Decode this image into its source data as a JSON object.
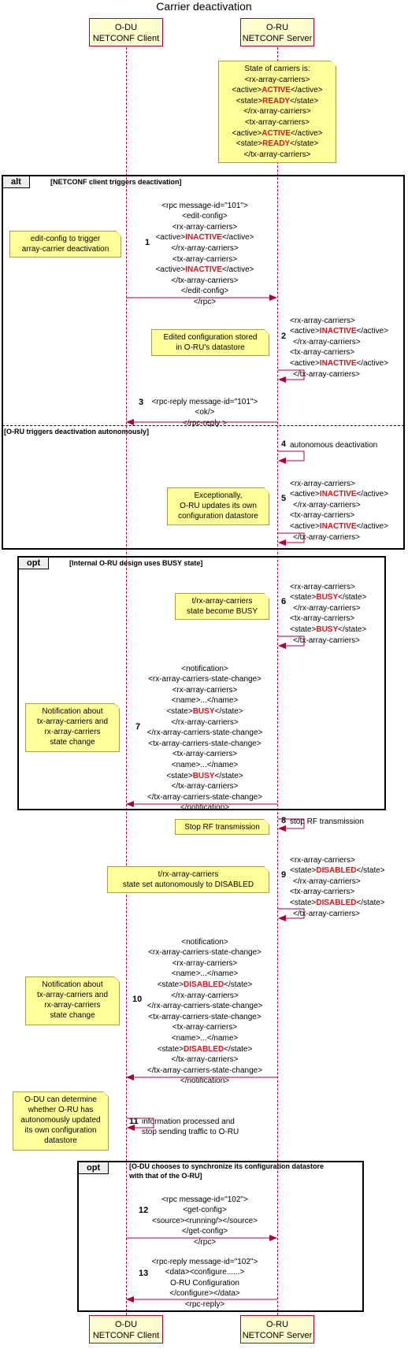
{
  "title": "Carrier deactivation",
  "participants": {
    "odu": {
      "name": "O-DU",
      "role": "NETCONF Client"
    },
    "oru": {
      "name": "O-RU",
      "role": "NETCONF Server"
    }
  },
  "initial_note": {
    "l1": "State of carriers is:",
    "l2": "<rx-array-carriers>",
    "l3a": "<active>",
    "l3b": "ACTIVE",
    "l3c": "</active>",
    "l4a": "<state>",
    "l4b": "READY",
    "l4c": "</state>",
    "l5": "</rx-array-carriers>",
    "l6": "<tx-array-carriers>",
    "l7a": "<active>",
    "l7b": "ACTIVE",
    "l7c": "</active>",
    "l8a": "<state>",
    "l8b": "READY",
    "l8c": "</state>",
    "l9": "</tx-array-carriers>"
  },
  "alt": {
    "tag": "alt",
    "guard1": "[NETCONF client triggers deactivation]",
    "guard2": "[O-RU triggers deactivation autonomously]"
  },
  "step1": {
    "num": "1",
    "note": [
      "edit-config to trigger",
      "array-carrier deactivation"
    ],
    "l1": "<rpc message-id=\"101\">",
    "l2": "<edit-config>",
    "l3": "<rx-array-carriers>",
    "l4a": "<active>",
    "l4b": "INACTIVE",
    "l4c": "</active>",
    "l5": "</rx-array-carriers>",
    "l6": "<tx-array-carriers>",
    "l7a": "<active>",
    "l7b": "INACTIVE",
    "l7c": "</active>",
    "l8": "</tx-array-carriers>",
    "l9": "</edit-config>",
    "l10": "</rpc>"
  },
  "step2": {
    "num": "2",
    "note": [
      "Edited configuration stored",
      "in O-RU's datastore"
    ],
    "l1": "<rx-array-carriers>",
    "l2a": "<active>",
    "l2b": "INACTIVE",
    "l2c": "</active>",
    "l3": "</rx-array-carriers>",
    "l4": "<tx-array-carriers>",
    "l5a": "<active>",
    "l5b": "INACTIVE",
    "l5c": "</active>",
    "l6": "</tx-array-carriers>"
  },
  "step3": {
    "num": "3",
    "l1": "<rpc-reply message-id=\"101\">",
    "l2": "<ok/>",
    "l3": "</rpc-reply >"
  },
  "step4": {
    "num": "4",
    "label": "autonomous deactivation"
  },
  "step5": {
    "num": "5",
    "note": [
      "Exceptionally,",
      "O-RU updates its own",
      "configuration datastore"
    ],
    "l1": "<rx-array-carriers>",
    "l2a": "<active>",
    "l2b": "INACTIVE",
    "l2c": "</active>",
    "l3": "</rx-array-carriers>",
    "l4": "<tx-array-carriers>",
    "l5a": "<active>",
    "l5b": "INACTIVE",
    "l5c": "</active>",
    "l6": "</tx-array-carriers>"
  },
  "opt1": {
    "tag": "opt",
    "guard": "[Internal O-RU design uses BUSY state]"
  },
  "step6": {
    "num": "6",
    "note": [
      "t/rx-array-carriers",
      "state become BUSY"
    ],
    "l1": "<rx-array-carriers>",
    "l2a": "<state>",
    "l2b": "BUSY",
    "l2c": "</state>",
    "l3": "</rx-array-carriers>",
    "l4": "<tx-array-carriers>",
    "l5a": "<state>",
    "l5b": "BUSY",
    "l5c": "</state>",
    "l6": "</tx-array-carriers>"
  },
  "step7": {
    "num": "7",
    "note": [
      "Notification about",
      "tx-array-carriers and",
      "rx-array-carriers",
      "state change"
    ],
    "l1": "<notification>",
    "l2": "<rx-array-carriers-state-change>",
    "l3": "<rx-array-carriers>",
    "l4": "<name>...</name>",
    "l5a": "<state>",
    "l5b": "BUSY",
    "l5c": "</state>",
    "l6": "</rx-array-carriers>",
    "l7": "</rx-array-carriers-state-change>",
    "l8": "<tx-array-carriers-state-change>",
    "l9": "<tx-array-carriers>",
    "l10": "<name>...</name>",
    "l11a": "<state>",
    "l11b": "BUSY",
    "l11c": "</state>",
    "l12": "</tx-array-carriers>",
    "l13": "</tx-array-carriers-state-change>",
    "l14": "</notification>"
  },
  "step8": {
    "num": "8",
    "label": "stop RF transmission",
    "note": "Stop RF transmission"
  },
  "step9": {
    "num": "9",
    "note": [
      "t/rx-array-carriers",
      "state set autonomously to DISABLED"
    ],
    "l1": "<rx-array-carriers>",
    "l2a": "<state>",
    "l2b": "DISABLED",
    "l2c": "</state>",
    "l3": "</rx-array-carriers>",
    "l4": "<tx-array-carriers>",
    "l5a": "<state>",
    "l5b": "DISABLED",
    "l5c": "</state>",
    "l6": "</tx-array-carriers>"
  },
  "step10": {
    "num": "10",
    "note": [
      "Notification about",
      "tx-array-carriers and",
      "rx-array-carriers",
      "state change"
    ],
    "l1": "<notification>",
    "l2": "<rx-array-carriers-state-change>",
    "l3": "<rx-array-carriers>",
    "l4": "<name>...</name>",
    "l5a": "<state>",
    "l5b": "DISABLED",
    "l5c": "</state>",
    "l6": "</rx-array-carriers>",
    "l7": "</rx-array-carriers-state-change>",
    "l8": "<tx-array-carriers-state-change>",
    "l9": "<tx-array-carriers>",
    "l10": "<name>...</name>",
    "l11a": "<state>",
    "l11b": "DISABLED",
    "l11c": "</state>",
    "l12": "</tx-array-carriers>",
    "l13": "</tx-array-carriers-state-change>",
    "l14": "</notification>"
  },
  "step11": {
    "num": "11",
    "l1": "information processed and",
    "l2": "stop sending traffic to O-RU",
    "note": [
      "O-DU can determine",
      "whether O-RU has",
      "autonomously updated",
      "its own configuration",
      "datastore"
    ]
  },
  "opt2": {
    "tag": "opt",
    "guard1": "[O-DU chooses to synchronize its configuration datastore",
    "guard2": "with that of the O-RU]"
  },
  "step12": {
    "num": "12",
    "l1": "<rpc message-id=\"102\">",
    "l2": "<get-config>",
    "l3": "<source><running/></source>",
    "l4": "</get-config>",
    "l5": "</rpc>"
  },
  "step13": {
    "num": "13",
    "l1": "<rpc-reply message-id=\"102\">",
    "l2": "<data><configure......>",
    "l3": "O-RU Configuration",
    "l4": "</configure></data>",
    "l5": "<rpc-reply>"
  }
}
